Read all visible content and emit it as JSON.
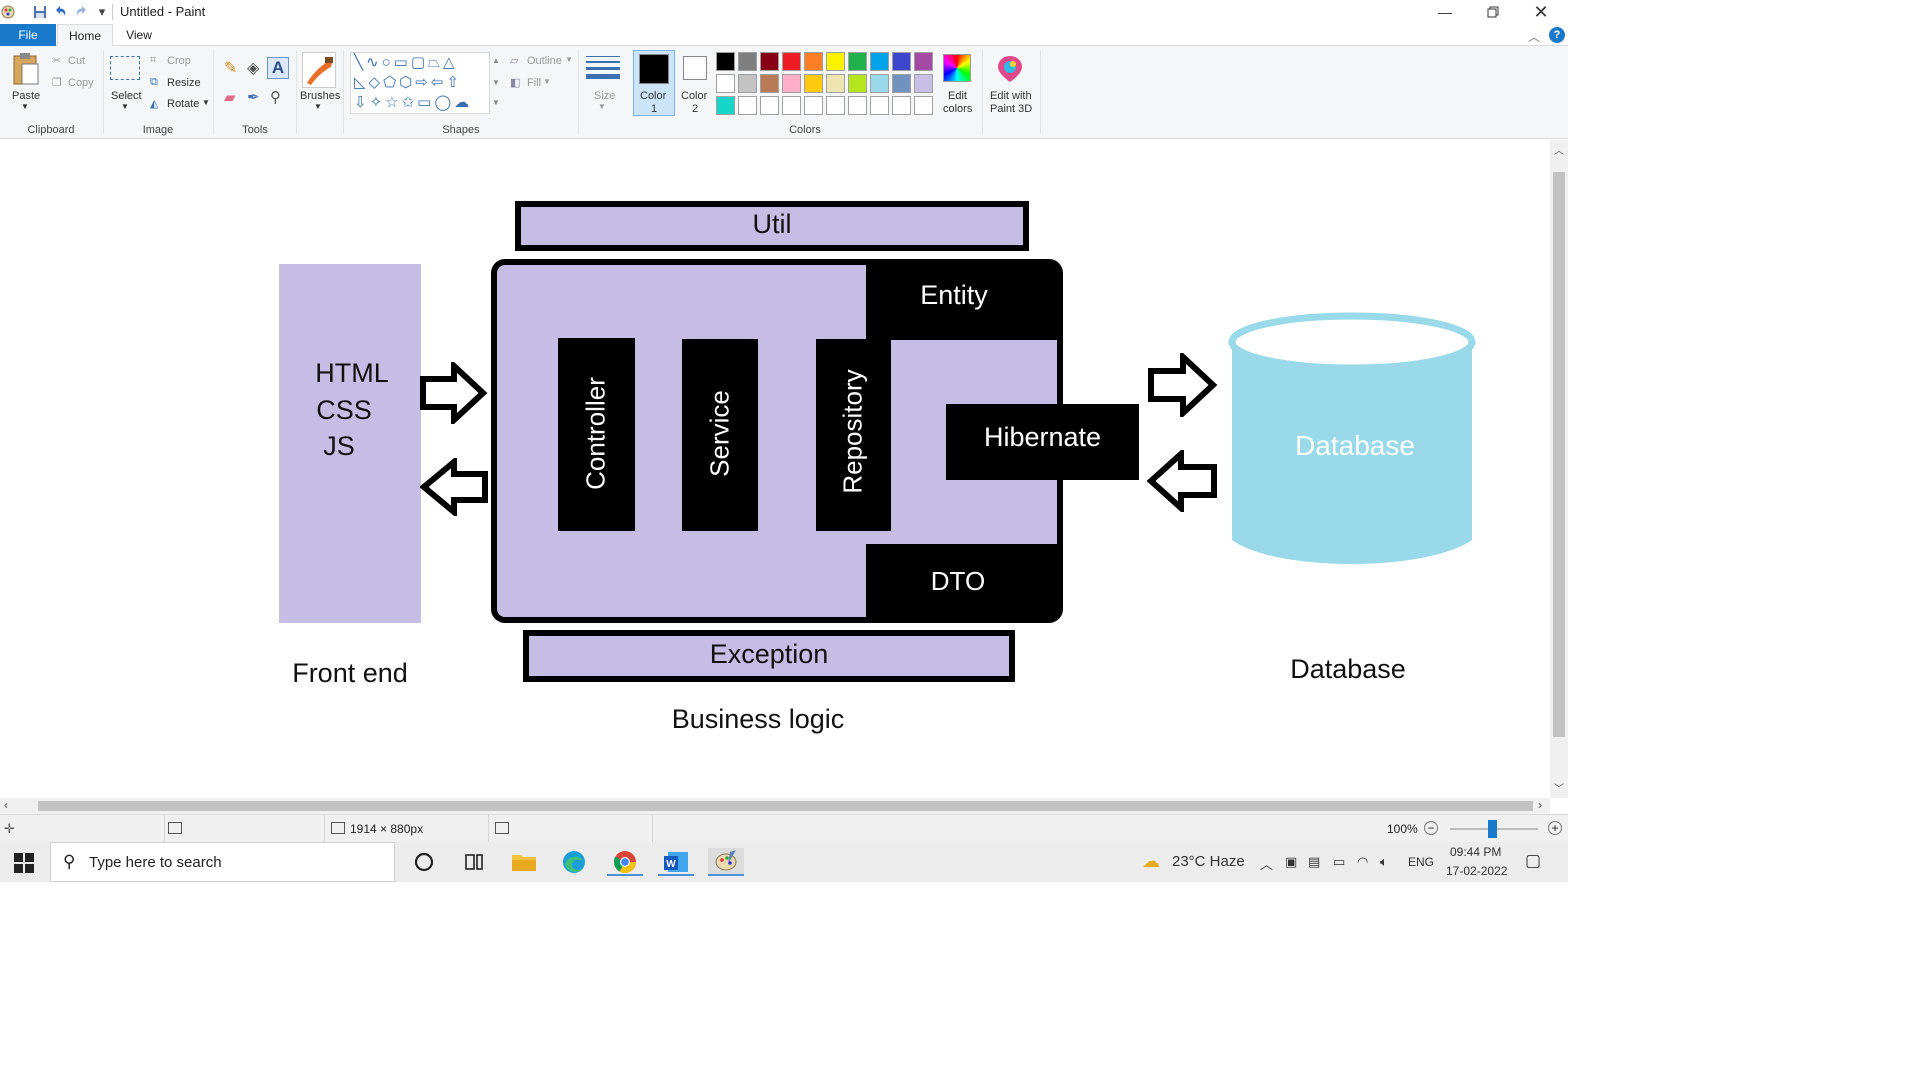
{
  "window": {
    "title": "Untitled - Paint",
    "minimize_icon": "minimize-icon",
    "maximize_icon": "restore-icon",
    "close_icon": "close-icon"
  },
  "tabs": [
    {
      "label": "File"
    },
    {
      "label": "Home"
    },
    {
      "label": "View"
    }
  ],
  "ribbon": {
    "clipboard": {
      "paste": "Paste",
      "cut": "Cut",
      "copy": "Copy",
      "group": "Clipboard"
    },
    "image": {
      "select": "Select",
      "crop": "Crop",
      "resize": "Resize",
      "rotate": "Rotate",
      "group": "Image"
    },
    "tools": {
      "group": "Tools"
    },
    "brushes": {
      "label": "Brushes"
    },
    "shapes": {
      "outline": "Outline",
      "fill": "Fill",
      "group": "Shapes"
    },
    "size": {
      "label": "Size"
    },
    "color1": {
      "label": "Color",
      "num": "1"
    },
    "color2": {
      "label": "Color",
      "num": "2"
    },
    "colors": {
      "group": "Colors",
      "edit_line1": "Edit",
      "edit_line2": "colors"
    },
    "paint3d": {
      "line1": "Edit with",
      "line2": "Paint 3D"
    },
    "palette_row1": [
      "#000000",
      "#7f7f7f",
      "#880015",
      "#ed1c24",
      "#ff7f27",
      "#fff200",
      "#22b14c",
      "#00a2e8",
      "#3f48cc",
      "#a349a4"
    ],
    "palette_row2": [
      "#ffffff",
      "#c3c3c3",
      "#b97a57",
      "#ffaec9",
      "#ffc90e",
      "#efe4b0",
      "#b5e61d",
      "#99d9ea",
      "#7092be",
      "#c8bfe7"
    ],
    "palette_row3": [
      "#16d5c9",
      "#ffffff",
      "#ffffff",
      "#ffffff",
      "#ffffff",
      "#ffffff",
      "#ffffff",
      "#ffffff",
      "#ffffff",
      "#ffffff"
    ]
  },
  "diagram": {
    "frontend_lines": [
      "HTML",
      "CSS",
      "JS"
    ],
    "util": "Util",
    "entity": "Entity",
    "controller": "Controller",
    "service": "Service",
    "repository": "Repository",
    "hibernate": "Hibernate",
    "dto": "DTO",
    "exception": "Exception",
    "database_shape": "Database",
    "caption_frontend": "Front end",
    "caption_business": "Business logic",
    "caption_database": "Database",
    "colors": {
      "lavender": "#c5bde3",
      "db_blue": "#99d9ea"
    }
  },
  "statusbar": {
    "dimensions": "1914 × 880px",
    "zoom": "100%"
  },
  "taskbar": {
    "search_placeholder": "Type here to search",
    "weather": "23°C  Haze",
    "language": "ENG",
    "time": "09:44 PM",
    "date": "17-02-2022"
  }
}
